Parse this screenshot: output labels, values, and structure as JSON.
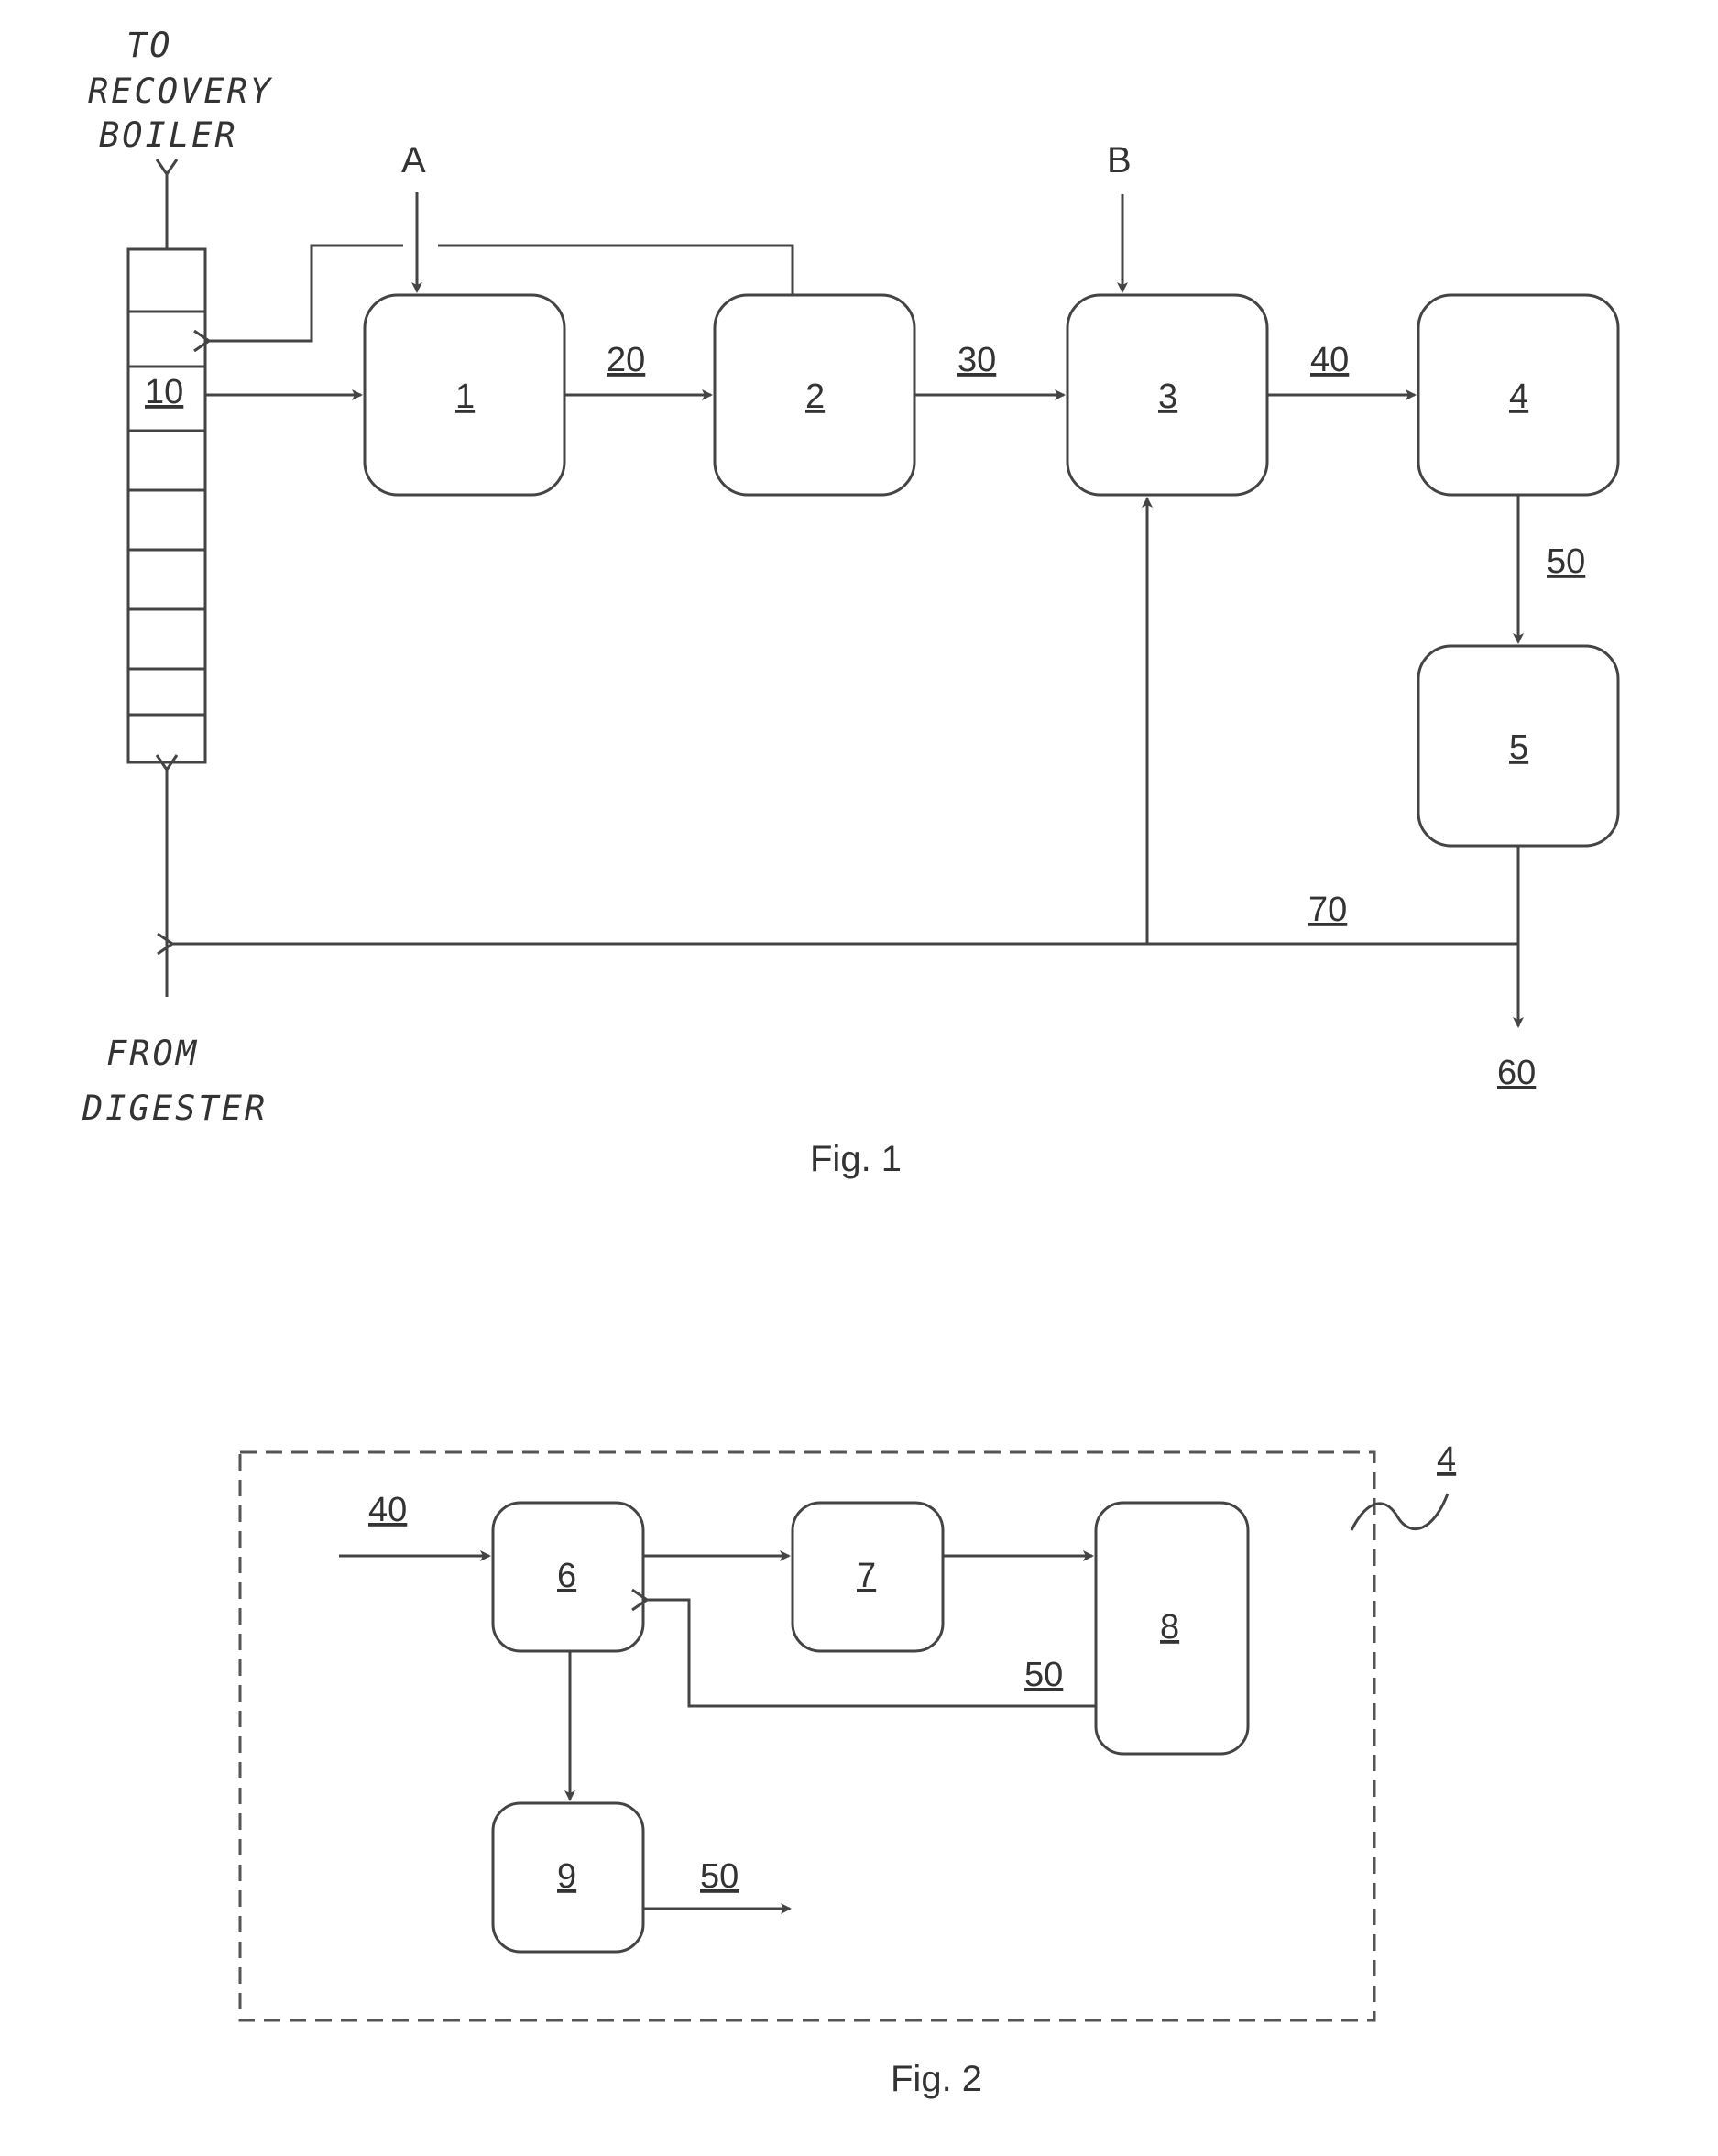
{
  "fig1": {
    "caption": "Fig. 1",
    "top_label_line1": "TO",
    "top_label_line2": "RECOVERY",
    "top_label_line3": "BOILER",
    "bottom_label_line1": "FROM",
    "bottom_label_line2": "DIGESTER",
    "input_a": "A",
    "input_b": "B",
    "units": [
      "1",
      "2",
      "3",
      "4",
      "5"
    ],
    "column_label": "10",
    "streams": [
      "20",
      "30",
      "40",
      "50",
      "70",
      "60"
    ]
  },
  "fig2": {
    "caption": "Fig. 2",
    "boundary_label": "4",
    "units": [
      "6",
      "7",
      "8",
      "9"
    ],
    "streams": [
      "40",
      "50",
      "50"
    ]
  }
}
